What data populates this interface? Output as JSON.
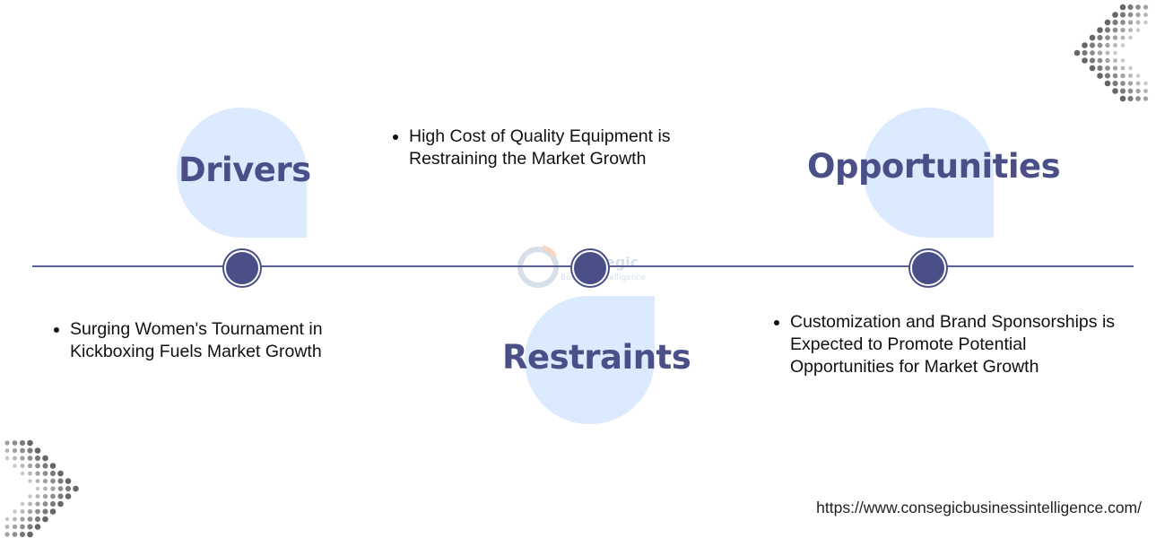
{
  "sections": {
    "drivers": {
      "title": "Drivers",
      "bullet": "Surging Women's Tournament in Kickboxing Fuels Market Growth"
    },
    "restraints": {
      "title": "Restraints",
      "bullet": "High Cost of Quality Equipment is Restraining the Market Growth"
    },
    "opportunities": {
      "title": "Opportunities",
      "bullet": "Customization and Brand Sponsorships is Expected to Promote Potential Opportunities for Market Growth"
    }
  },
  "watermark": {
    "logo_text": "Consegic Business Intelligence"
  },
  "footer": {
    "url": "https://www.consegicbusinessintelligence.com/"
  },
  "colors": {
    "accent": "#4a4f87",
    "blob": "#dbeafe",
    "dots": "#555555"
  }
}
